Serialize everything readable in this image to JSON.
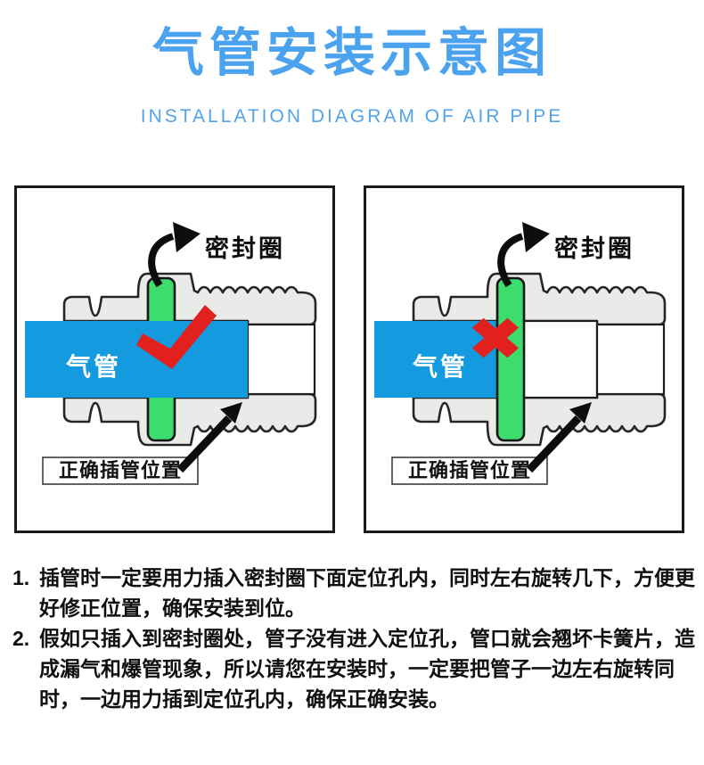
{
  "header": {
    "title": "气管安装示意图",
    "subtitle": "INSTALLATION DIAGRAM OF AIR PIPE"
  },
  "panels": [
    {
      "variant": "correct-installation",
      "seal_ring_label": "密封圈",
      "tube_label": "气管",
      "insert_position_label": "正确插管位置",
      "result_icon": "checkmark"
    },
    {
      "variant": "incorrect-installation",
      "seal_ring_label": "密封圈",
      "tube_label": "气管",
      "insert_position_label": "正确插管位置",
      "result_icon": "x-mark"
    }
  ],
  "instructions": [
    {
      "num": "1.",
      "text": "插管时一定要用力插入密封圈下面定位孔内，同时左右旋转几下，方便更好修正位置，确保安装到位。"
    },
    {
      "num": "2.",
      "text": "假如只插入到密封圈处，管子没有进入定位孔，管口就会翘坏卡簧片，造成漏气和爆管现象，所以请您在安装时，一定要把管子一边左右旋转同时，一边用力插到定位孔内，确保正确安装。"
    }
  ],
  "colors": {
    "accent_blue": "#4ba3ef",
    "tube_blue": "#149ade",
    "seal_green": "#3cdd6d",
    "mark_red": "#e2201e",
    "body_grey": "#e9ebe9",
    "outline": "#262626"
  }
}
